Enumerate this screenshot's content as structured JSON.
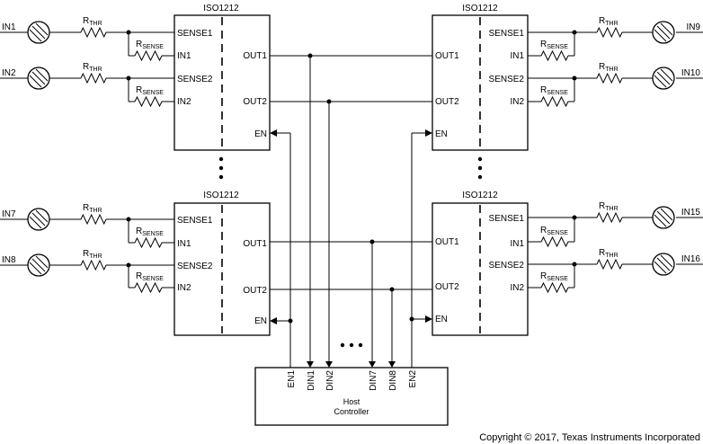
{
  "chip_label": "ISO1212",
  "pins": {
    "sense1": "SENSE1",
    "in1": "IN1",
    "sense2": "SENSE2",
    "in2": "IN2",
    "out1": "OUT1",
    "out2": "OUT2",
    "en": "EN"
  },
  "resistors": {
    "rthr_main": "R",
    "rthr_sub": "THR",
    "rsense_main": "R",
    "rsense_sub": "SENSE"
  },
  "inputs": {
    "in1": "IN1",
    "in2": "IN2",
    "in7": "IN7",
    "in8": "IN8",
    "in9": "IN9",
    "in10": "IN10",
    "in15": "IN15",
    "in16": "IN16"
  },
  "host": {
    "line1": "Host",
    "line2": "Controller",
    "pins": [
      "EN1",
      "DIN1",
      "DIN2",
      "DIN7",
      "DIN8",
      "EN2"
    ]
  },
  "copyright": "Copyright © 2017, Texas Instruments Incorporated"
}
